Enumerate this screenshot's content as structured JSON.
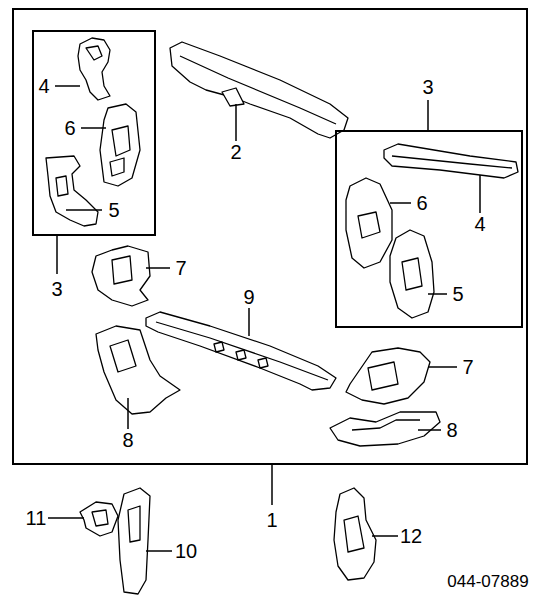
{
  "diagram": {
    "nodes": [
      {
        "text": [
          "1"
        ]
      },
      {
        "text": [
          "3"
        ],
        "in": 0
      },
      {
        "text": [
          "3"
        ],
        "in": 0
      }
    ],
    "edges": [],
    "labels": [
      "4",
      "6",
      "5",
      "2",
      "4",
      "6",
      "5",
      "7",
      "9",
      "7",
      "8",
      "8",
      "11",
      "10",
      "12",
      "044-07889"
    ]
  }
}
